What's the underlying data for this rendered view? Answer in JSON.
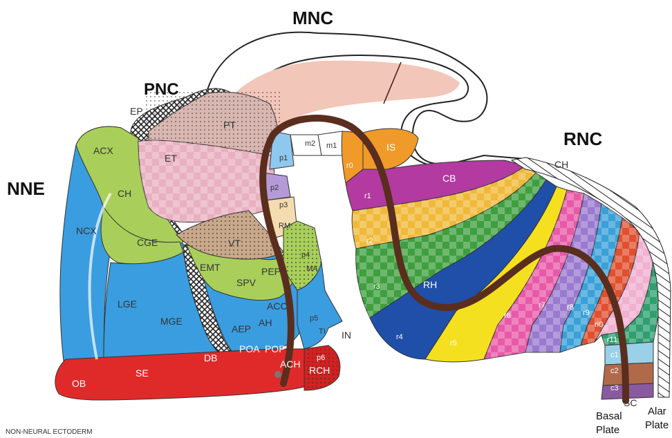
{
  "regions": {
    "mnc": "MNC",
    "pnc": "PNC",
    "rnc": "RNC",
    "nne": "NNE"
  },
  "labels": {
    "ep": "EP",
    "pt": "PT",
    "et": "ET",
    "acx": "ACX",
    "ch_left": "CH",
    "ncx": "NCX",
    "cge": "CGE",
    "lge": "LGE",
    "mge": "MGE",
    "emt": "EMT",
    "spv": "SPV",
    "pep": "PEP",
    "aep": "AEP",
    "ah": "AH",
    "acc": "ACC",
    "vt": "VT",
    "p1": "p1",
    "p2": "p2",
    "p3": "p3",
    "rm": "RM",
    "p4": "p4",
    "ma": "MA",
    "p5": "p5",
    "ti": "TI",
    "in": "IN",
    "ob": "OB",
    "se": "SE",
    "db": "DB",
    "poa": "POA",
    "pop": "POP",
    "ach": "ACH",
    "p6": "p6",
    "rch": "RCH",
    "m1": "m1",
    "m2": "m2",
    "is": "IS",
    "r0": "r0",
    "r1": "r1",
    "r2": "r2",
    "r3": "r3",
    "r4": "r4",
    "r5": "r5",
    "r6": "r6",
    "r7": "r7",
    "r8": "r8",
    "r9": "r9",
    "r10": "ri0",
    "r11": "r11",
    "c1": "c1",
    "c2": "c2",
    "c3": "c3",
    "cb": "CB",
    "rh": "RH",
    "ch_right": "CH",
    "sc": "SC"
  },
  "plates": {
    "basal_1": "Basal",
    "basal_2": "Plate",
    "alar_1": "Alar",
    "alar_2": "Plate"
  },
  "footer": "NON-NEURAL ECTODERM",
  "colors": {
    "blue": "#3a9de0",
    "green": "#a9cf5a",
    "red": "#e02a2a",
    "pink_tan": "#d9b7b0",
    "orange": "#f09a2a",
    "magenta": "#b23aa0",
    "yellow": "#f5d020",
    "dark_blue": "#1f4fa8",
    "dark_green": "#3f9f3f",
    "brown": "#5a2e1e",
    "salmon": "#f2c6b8"
  }
}
